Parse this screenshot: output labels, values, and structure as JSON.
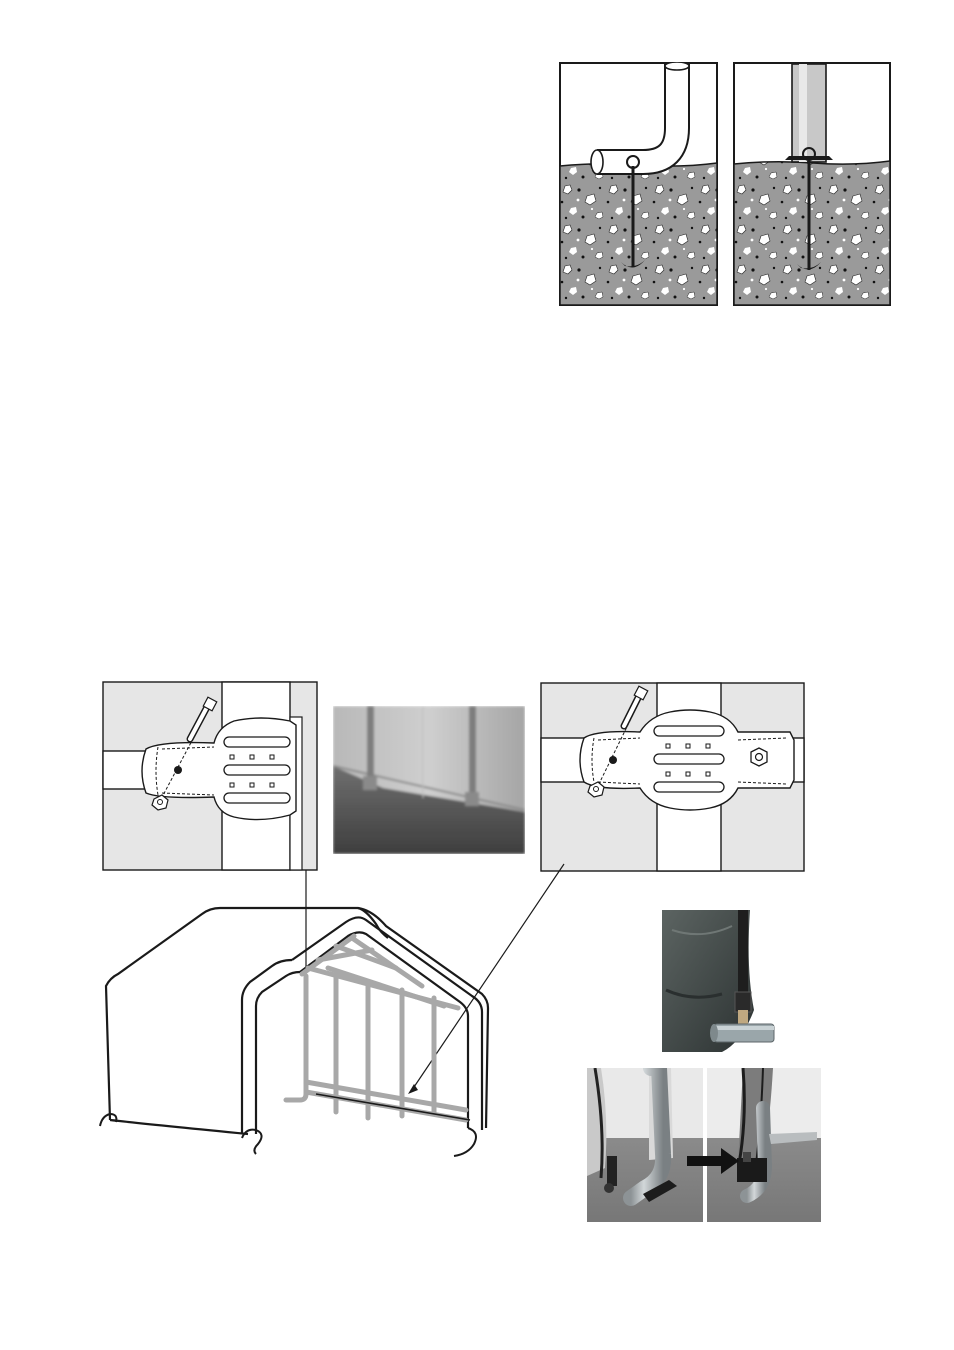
{
  "page": {
    "background": "#ffffff",
    "ink": "#1a1a1a",
    "soil_color": "#9a9a9a",
    "panel_color": "#e6e6e6",
    "frame_highlight": "#a8a8a8"
  },
  "figures": {
    "anchor_bent_pipe": {
      "icon": "ground-anchor-bent-pipe-icon"
    },
    "anchor_straight_pipe": {
      "icon": "ground-anchor-straight-pipe-icon"
    },
    "bracket_corner": {
      "icon": "corner-bracket-icon"
    },
    "photo_frame_base": {
      "icon": "frame-base-photo"
    },
    "bracket_cross": {
      "icon": "cross-bracket-icon"
    },
    "shelter_frame": {
      "icon": "shelter-frame-icon"
    },
    "photo_ratchet": {
      "icon": "ratchet-strap-photo"
    },
    "photo_ratchet_steps": {
      "icon": "ratchet-steps-photo",
      "arrow": "right-arrow-icon"
    }
  }
}
